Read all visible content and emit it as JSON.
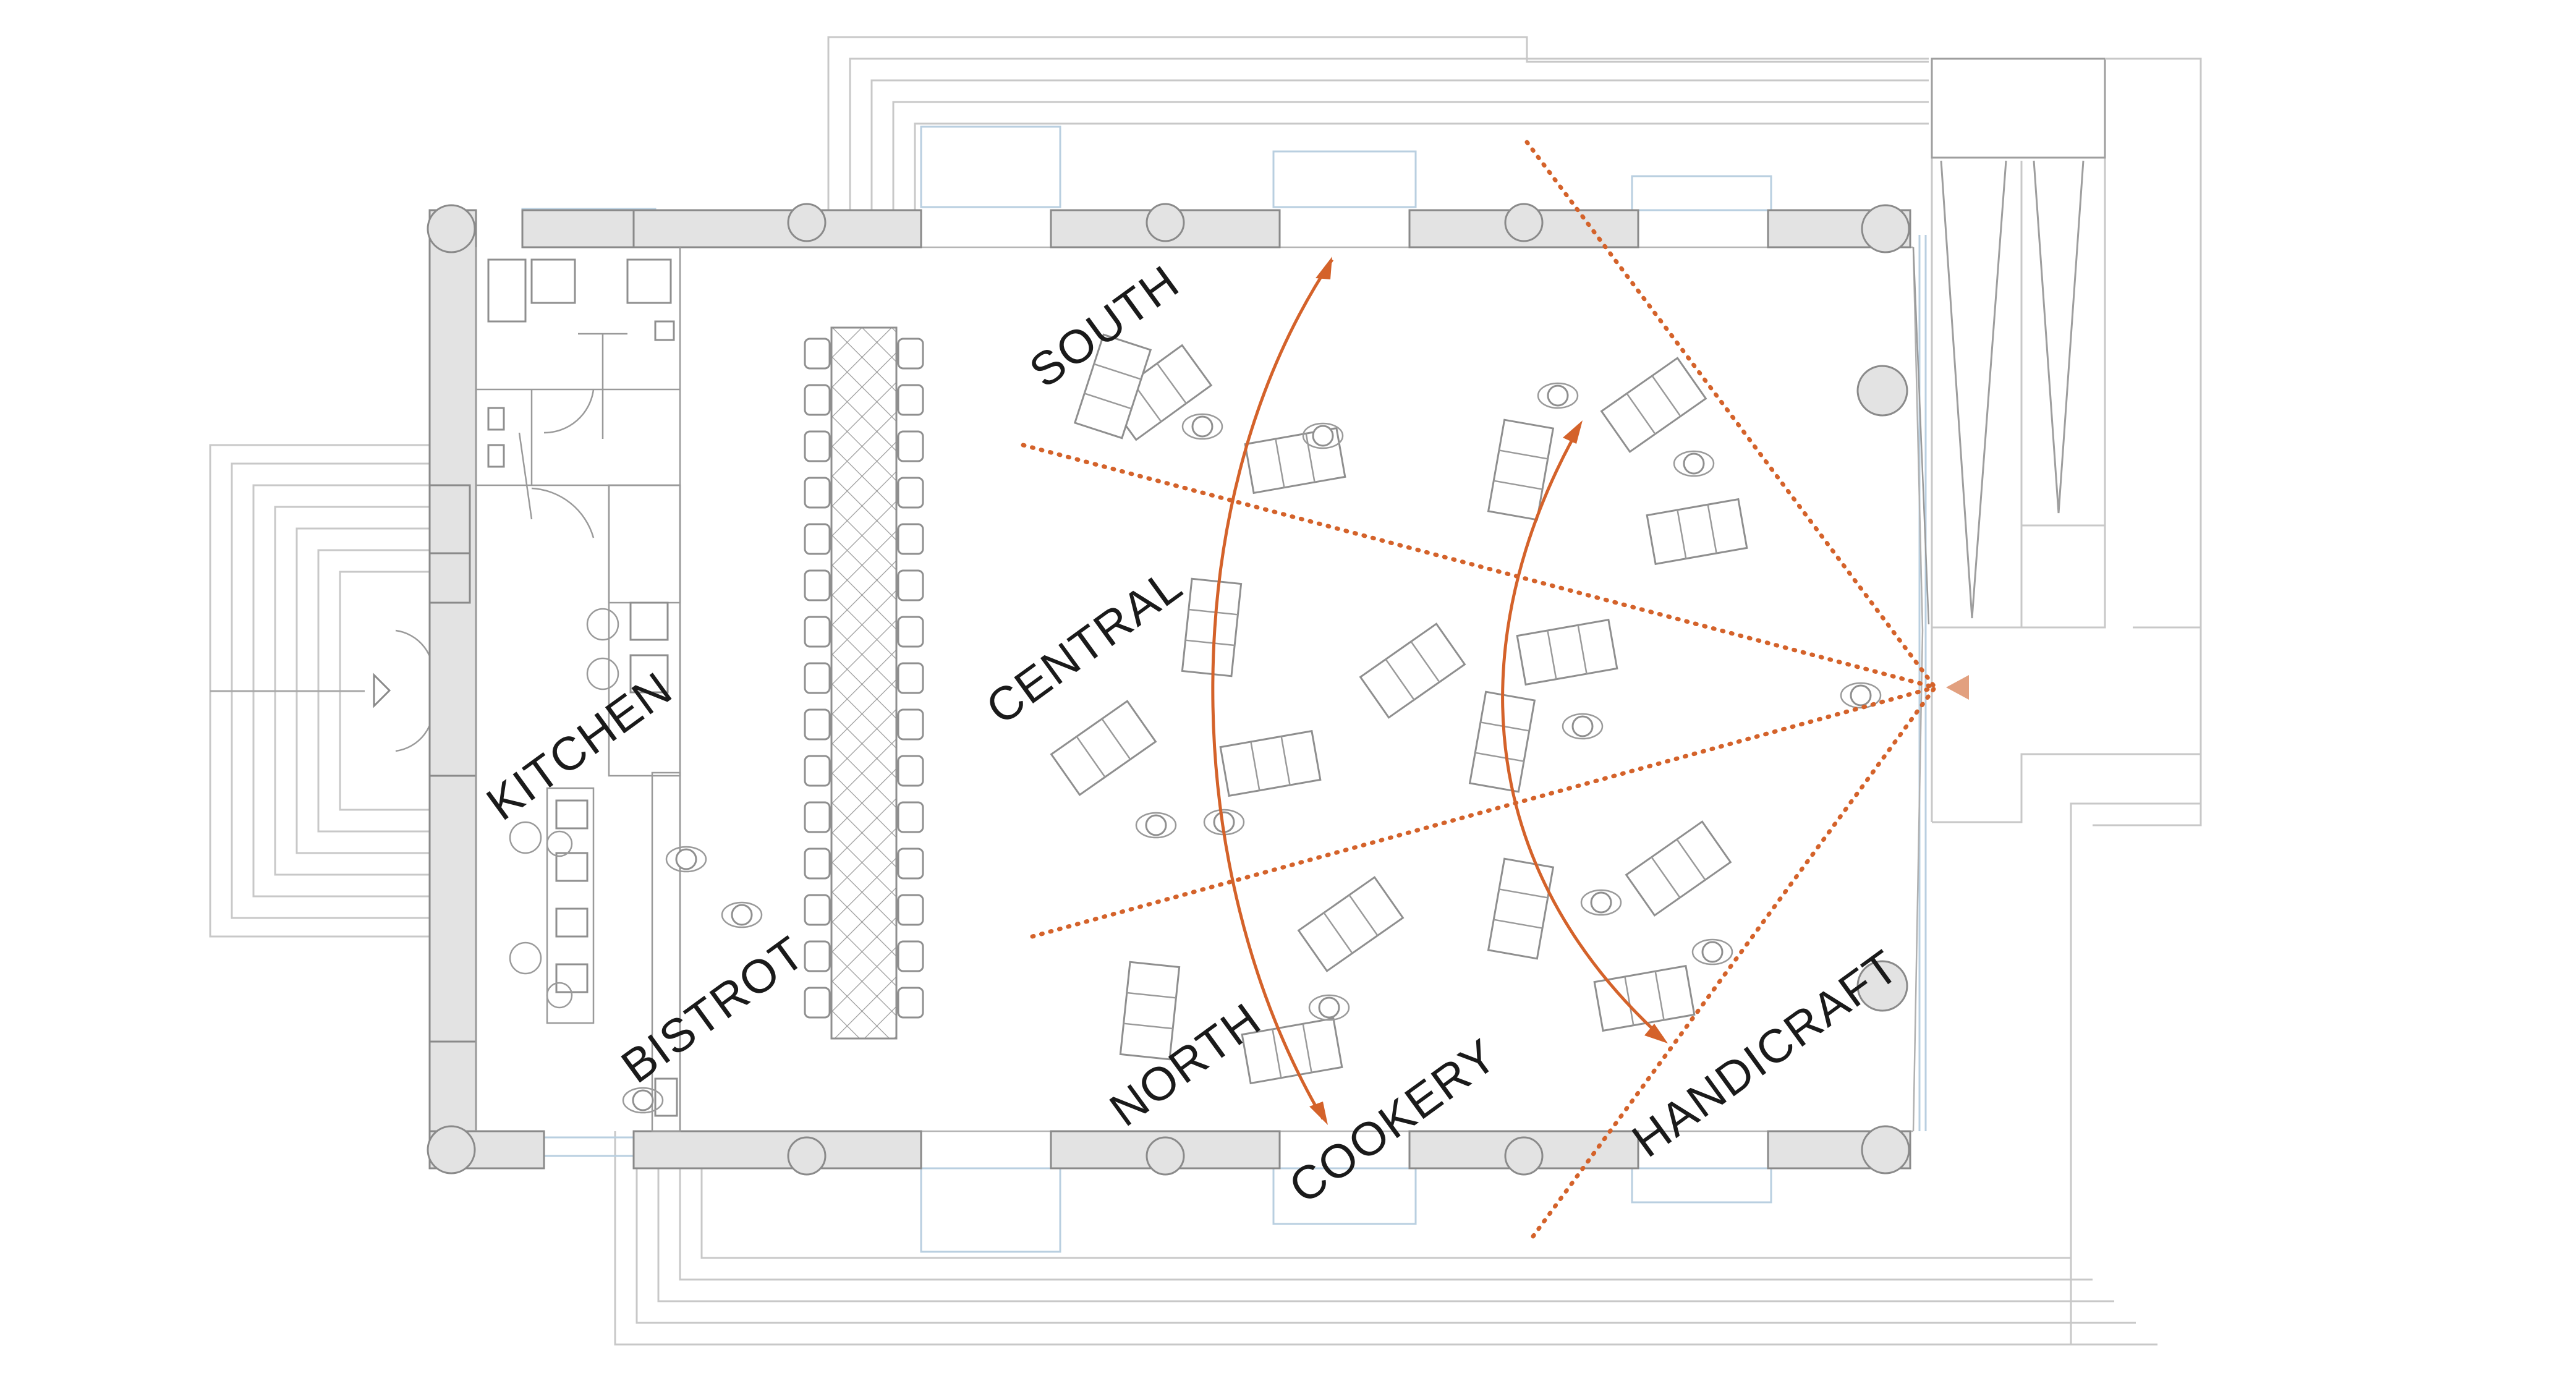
{
  "zones": {
    "kitchen": "KITCHEN",
    "bistrot": "BISTROT",
    "south": "SOUTH",
    "central": "CENTRAL",
    "north": "NORTH",
    "cookery": "COOKERY",
    "handicraft": "HANDICRAFT"
  },
  "colors": {
    "accent": "#d4622a",
    "wall_fill": "#e3e3e3",
    "wall_stroke": "#8a8a8a",
    "terrace_lines": "#c8c8c8",
    "window_lines": "#b9cfe0"
  },
  "icons": {
    "focal_point": "triangle-marker-icon",
    "entrance": "entrance-arrow-icon"
  }
}
